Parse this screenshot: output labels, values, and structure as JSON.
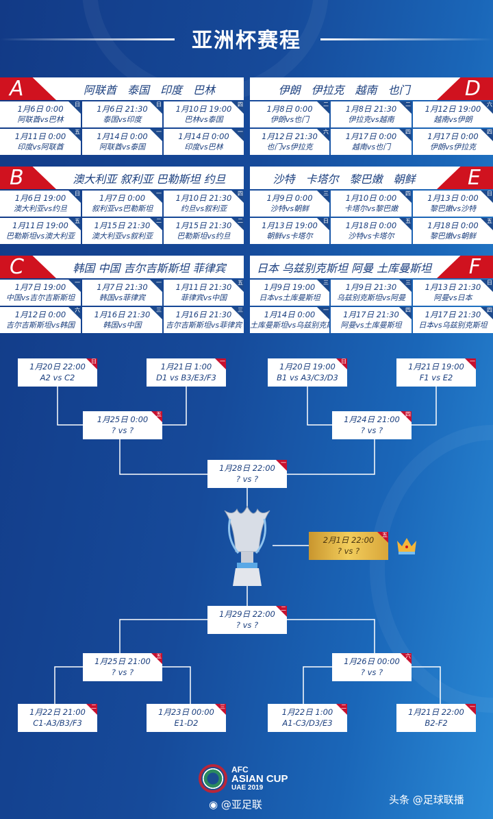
{
  "title": "亚洲杯赛程",
  "colors": {
    "accent_red": "#d0121f",
    "text_navy": "#1b3f7e",
    "final_gold": "#f2cd5c"
  },
  "groups": [
    {
      "letter": "A",
      "teams": "阿联酋　泰国　印度　巴林",
      "matches": [
        {
          "date": "1月6日  0:00",
          "match": "阿联酋vs巴林",
          "weekday": "日"
        },
        {
          "date": "1月6日  21:30",
          "match": "泰国vs印度",
          "weekday": "日"
        },
        {
          "date": "1月10日  19:00",
          "match": "巴林vs泰国",
          "weekday": "四"
        },
        {
          "date": "1月11日  0:00",
          "match": "印度vs阿联酋",
          "weekday": "五"
        },
        {
          "date": "1月14日  0:00",
          "match": "阿联酋vs泰国",
          "weekday": "一"
        },
        {
          "date": "1月14日  0:00",
          "match": "印度vs巴林",
          "weekday": "一"
        }
      ]
    },
    {
      "letter": "B",
      "teams": "澳大利亚 叙利亚 巴勒斯坦 约旦",
      "matches": [
        {
          "date": "1月6日  19:00",
          "match": "澳大利亚vs约旦",
          "weekday": "日"
        },
        {
          "date": "1月7日  0:00",
          "match": "叙利亚vs巴勒斯坦",
          "weekday": "一"
        },
        {
          "date": "1月10日  21:30",
          "match": "约旦vs叙利亚",
          "weekday": "四"
        },
        {
          "date": "1月11日  19:00",
          "match": "巴勒斯坦vs澳大利亚",
          "weekday": "五"
        },
        {
          "date": "1月15日  21:30",
          "match": "澳大利亚vs叙利亚",
          "weekday": "二"
        },
        {
          "date": "1月15日  21:30",
          "match": "巴勒斯坦vs约旦",
          "weekday": "二"
        }
      ]
    },
    {
      "letter": "C",
      "teams": "韩国 中国  吉尔吉斯斯坦  菲律宾",
      "matches": [
        {
          "date": "1月7日  19:00",
          "match": "中国vs吉尔吉斯斯坦",
          "weekday": "一"
        },
        {
          "date": "1月7日  21:30",
          "match": "韩国vs菲律宾",
          "weekday": "一"
        },
        {
          "date": "1月11日  21:30",
          "match": "菲律宾vs中国",
          "weekday": "五"
        },
        {
          "date": "1月12日  0:00",
          "match": "吉尔吉斯斯坦vs韩国",
          "weekday": "六"
        },
        {
          "date": "1月16日  21:30",
          "match": "韩国vs中国",
          "weekday": "三"
        },
        {
          "date": "1月16日  21:30",
          "match": "吉尔吉斯斯坦vs菲律宾",
          "weekday": "三"
        }
      ]
    },
    {
      "letter": "D",
      "teams": "伊朗　伊拉克　越南　也门",
      "matches": [
        {
          "date": "1月8日  0:00",
          "match": "伊朗vs也门",
          "weekday": "二"
        },
        {
          "date": "1月8日  21:30",
          "match": "伊拉克vs越南",
          "weekday": "二"
        },
        {
          "date": "1月12日  19:00",
          "match": "越南vs伊朗",
          "weekday": "六"
        },
        {
          "date": "1月12日  21:30",
          "match": "也门vs伊拉克",
          "weekday": "六"
        },
        {
          "date": "1月17日  0:00",
          "match": "越南vs也门",
          "weekday": "四"
        },
        {
          "date": "1月17日  0:00",
          "match": "伊朗vs伊拉克",
          "weekday": "四"
        }
      ]
    },
    {
      "letter": "E",
      "teams": "沙特　卡塔尔　黎巴嫩　朝鲜",
      "matches": [
        {
          "date": "1月9日  0:00",
          "match": "沙特vs朝鲜",
          "weekday": "三"
        },
        {
          "date": "1月10日  0:00",
          "match": "卡塔尔vs黎巴嫩",
          "weekday": "四"
        },
        {
          "date": "1月13日  0:00",
          "match": "黎巴嫩vs沙特",
          "weekday": "日"
        },
        {
          "date": "1月13日  19:00",
          "match": "朝鲜vs卡塔尔",
          "weekday": "日"
        },
        {
          "date": "1月18日  0:00",
          "match": "沙特vs卡塔尔",
          "weekday": "五"
        },
        {
          "date": "1月18日  0:00",
          "match": "黎巴嫩vs朝鲜",
          "weekday": "五"
        }
      ]
    },
    {
      "letter": "F",
      "teams": "日本 乌兹别克斯坦  阿曼 土库曼斯坦",
      "matches": [
        {
          "date": "1月9日  19:00",
          "match": "日本vs土库曼斯坦",
          "weekday": "三"
        },
        {
          "date": "1月9日  21:30",
          "match": "乌兹别克斯坦vs阿曼",
          "weekday": "三"
        },
        {
          "date": "1月13日  21:30",
          "match": "阿曼vs日本",
          "weekday": "日"
        },
        {
          "date": "1月14日  0:00",
          "match": "土库曼斯坦vs乌兹别克斯坦",
          "weekday": "一"
        },
        {
          "date": "1月17日  21:30",
          "match": "阿曼vs土库曼斯坦",
          "weekday": "四"
        },
        {
          "date": "1月17日  21:30",
          "match": "日本vs乌兹别克斯坦",
          "weekday": "四"
        }
      ]
    }
  ],
  "bracket": [
    {
      "round": "round-of-16",
      "date": "1月20日  22:00",
      "match": "A2 vs C2",
      "weekday": "日"
    },
    {
      "round": "round-of-16",
      "date": "1月21日  1:00",
      "match": "D1 vs B3/E3/F3",
      "weekday": "一"
    },
    {
      "round": "round-of-16",
      "date": "1月20日  19:00",
      "match": "B1 vs A3/C3/D3",
      "weekday": "日"
    },
    {
      "round": "round-of-16",
      "date": "1月21日  19:00",
      "match": "F1 vs E2",
      "weekday": "一"
    },
    {
      "round": "quarter-final",
      "date": "1月25日  0:00",
      "match": "? vs ?",
      "weekday": "五"
    },
    {
      "round": "quarter-final",
      "date": "1月24日  21:00",
      "match": "? vs ?",
      "weekday": "四"
    },
    {
      "round": "semi-final",
      "date": "1月28日  22:00",
      "match": "? vs ?",
      "weekday": "一"
    },
    {
      "round": "final",
      "date": "2月1日  22:00",
      "match": "? vs ?",
      "weekday": "五"
    },
    {
      "round": "semi-final",
      "date": "1月29日  22:00",
      "match": "? vs ?",
      "weekday": "二"
    },
    {
      "round": "quarter-final",
      "date": "1月25日  21:00",
      "match": "? vs ?",
      "weekday": "五"
    },
    {
      "round": "quarter-final",
      "date": "1月26日  00:00",
      "match": "? vs ?",
      "weekday": "六"
    },
    {
      "round": "round-of-16",
      "date": "1月22日  21:00",
      "match": "C1-A3/B3/F3",
      "weekday": "二"
    },
    {
      "round": "round-of-16",
      "date": "1月23日  00:00",
      "match": "E1-D2",
      "weekday": "三"
    },
    {
      "round": "round-of-16",
      "date": "1月22日  1:00",
      "match": "A1-C3/D3/E3",
      "weekday": "二"
    },
    {
      "round": "round-of-16",
      "date": "1月21日  22:00",
      "match": "B2-F2",
      "weekday": "一"
    }
  ],
  "footer": {
    "logo_lines": [
      "AFC",
      "ASIAN CUP",
      "UAE 2019"
    ],
    "weibo": "@亚足联",
    "toutiao": "头条 @足球联播"
  }
}
